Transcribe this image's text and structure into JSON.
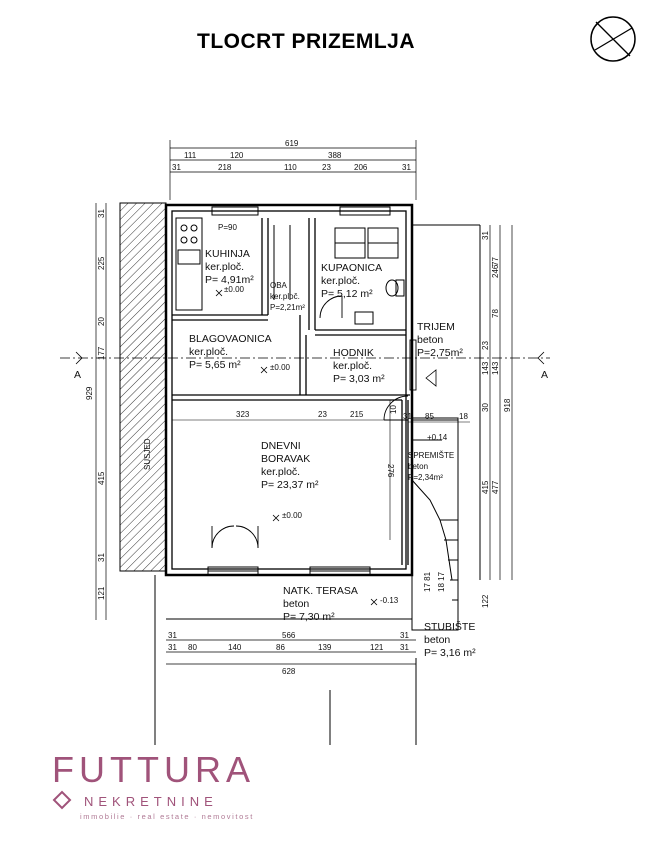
{
  "title": "TLOCRT PRIZEMLJA",
  "rooms": [
    {
      "id": "kuhinja",
      "lines": [
        "KUHINJA",
        "ker.ploč.",
        "P= 4,91m²"
      ]
    },
    {
      "id": "kupaonica",
      "lines": [
        "KUPAONICA",
        "ker.ploč.",
        "P= 5,12 m²"
      ]
    },
    {
      "id": "wc",
      "lines": [
        "OBA",
        "ker.ploč.",
        "P=2,21m²"
      ]
    },
    {
      "id": "blagovaonica",
      "lines": [
        "BLAGOVAONICA",
        "ker.ploč.",
        "P= 5,65 m²"
      ]
    },
    {
      "id": "hodnik",
      "lines": [
        "HODNIK",
        "ker.ploč.",
        "P= 3,03 m²"
      ]
    },
    {
      "id": "trijem",
      "lines": [
        "TRIJEM",
        "beton",
        "P=2,75m²"
      ]
    },
    {
      "id": "dnevni",
      "lines": [
        "DNEVNI",
        "BORAVAK",
        "ker.ploč.",
        "P= 23,37 m²"
      ]
    },
    {
      "id": "spremiste",
      "lines": [
        "SPREMIŠTE",
        "beton",
        "P=2,34m²"
      ]
    },
    {
      "id": "terasa",
      "lines": [
        "NATK. TERASA",
        "beton",
        "P= 7,30 m²"
      ]
    },
    {
      "id": "stubiste",
      "lines": [
        "STUBIŠTE",
        "beton",
        "P= 3,16 m²"
      ]
    }
  ],
  "levels": {
    "kuhinja": "±0.00",
    "blagovaonica": "±0.00",
    "dnevni": "±0.00",
    "spremiste": "+0.14",
    "terasa": "-0.13"
  },
  "misc": {
    "window_p": "P=90",
    "susjed": "SUSJED",
    "section_left": "A",
    "section_right": "A"
  },
  "dims_top": {
    "total": "619",
    "row2": [
      "111",
      "120",
      "388"
    ],
    "row3": [
      "31",
      "218",
      "110",
      "23",
      "206",
      "31"
    ]
  },
  "dims_bottom": {
    "row1": [
      "31",
      "566",
      "31"
    ],
    "row2": [
      "31",
      "80",
      "140",
      "86",
      "139",
      "121",
      "31"
    ],
    "total": "628"
  },
  "dims_left": {
    "total": "929",
    "parts": [
      "31",
      "225",
      "20",
      "177",
      "415",
      "31",
      "121"
    ]
  },
  "dims_right": {
    "total": "918",
    "outer": [
      "31",
      "246",
      "143",
      "30",
      "477",
      "122"
    ],
    "inner": [
      "31",
      "77",
      "78",
      "23",
      "143",
      "30",
      "415",
      "17",
      "18"
    ]
  },
  "dims_interior": {
    "d323": "323",
    "d23": "23",
    "d215": "215",
    "d10": "10",
    "d31": "31",
    "d85": "85",
    "d18": "18",
    "d276": "276",
    "d17_81": "17 81",
    "d18_17": "18 17"
  },
  "logo": {
    "name": "FUTTURA",
    "sub": "NEKRETNINE",
    "tagline": "immobilie · real estate · nemovitost"
  }
}
